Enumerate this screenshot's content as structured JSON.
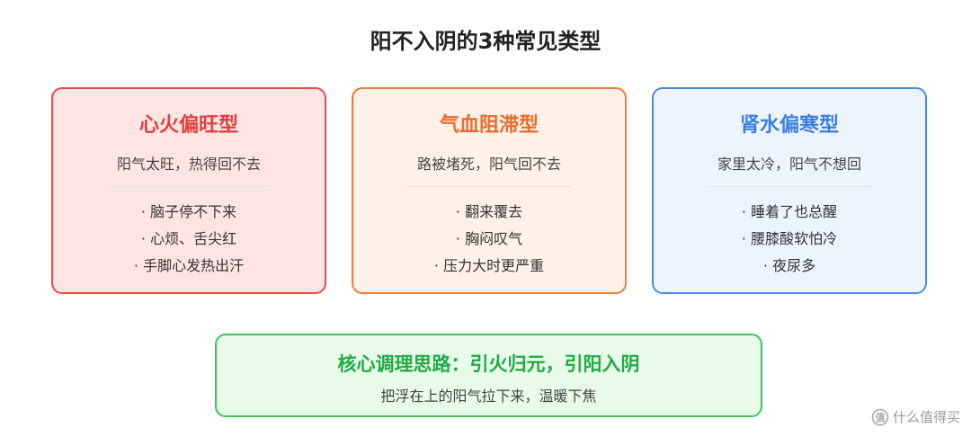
{
  "title": "阳不入阴的3种常见类型",
  "cards": [
    {
      "title": "心火偏旺型",
      "subtitle": "阳气太旺，热得回不去",
      "items": [
        "· 脑子停不下来",
        "· 心烦、舌尖红",
        "· 手脚心发热出汗"
      ],
      "accent": "#e84a4a"
    },
    {
      "title": "气血阻滞型",
      "subtitle": "路被堵死，阳气回不去",
      "items": [
        "· 翻来覆去",
        "· 胸闷叹气",
        "· 压力大时更严重"
      ],
      "accent": "#f07a3a"
    },
    {
      "title": "肾水偏寒型",
      "subtitle": "家里太冷，阳气不想回",
      "items": [
        "· 睡着了也总醒",
        "· 腰膝酸软怕冷",
        "· 夜尿多"
      ],
      "accent": "#4a8be0"
    }
  ],
  "core": {
    "title": "核心调理思路：引火归元，引阳入阴",
    "subtitle": "把浮在上的阳气拉下来，温暖下焦",
    "accent": "#3cc35a"
  },
  "watermark": {
    "text": "什么值得买",
    "icon": "smzdm-logo-icon"
  }
}
